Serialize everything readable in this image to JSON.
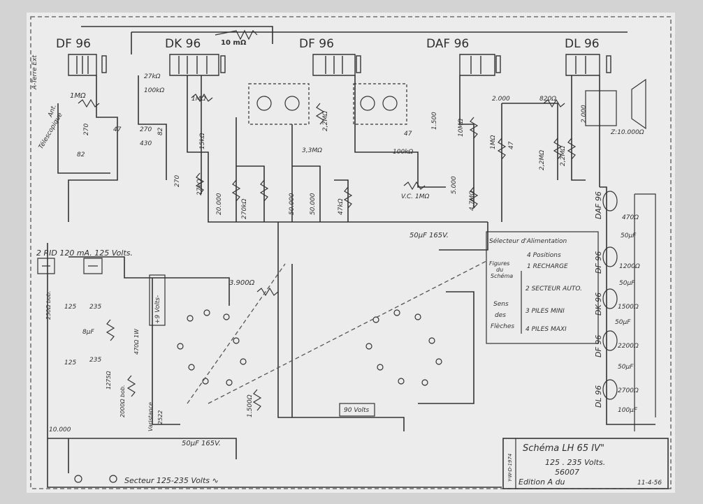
{
  "tubes": [
    "DF 96",
    "DK 96",
    "DF 96",
    "DAF 96",
    "DL 96"
  ],
  "top_resistor": "10 mΩ",
  "antenna": {
    "ext": "A-Terre Ext",
    "ant": "Ant.",
    "tele": "Télescopique"
  },
  "components_left": [
    "1MΩ",
    "270",
    "47",
    "270",
    "430",
    "82",
    "100kΩ",
    "27kΩ",
    "1MΩ",
    "15kΩ",
    "270",
    "27kΩ",
    "82"
  ],
  "components_mid": [
    "20.000",
    "270kΩ",
    "2,2MΩ",
    "3,3MΩ",
    "50.000",
    "50.000",
    "47kΩ",
    "1.500",
    "47",
    "100kΩ",
    "V.C. 1MΩ",
    "10MΩ",
    "5.000",
    "4,7MΩ"
  ],
  "components_right": [
    "2.000",
    "820Ω",
    "1MΩ",
    "47",
    "2,2MΩ",
    "2,2MΩ",
    "2.000",
    "Z:10.000Ω"
  ],
  "cap_mid": "50µF 165V.",
  "rectifier": "2 RID 120 mA. 125 Volts.",
  "selector": {
    "title_line1": "Sélecteur d'Alimentation",
    "title_line2": "4 Positions",
    "left_note": [
      "Figures",
      "du",
      "Schéma"
    ],
    "arrows_note": [
      "Sens",
      "des",
      "Flèches"
    ],
    "positions": [
      "1 RECHARGE",
      "2 SECTEUR AUTO.",
      "3 PILES MINI",
      "4 PILES MAXI"
    ]
  },
  "filaments": [
    "DAF 96",
    "DF 96",
    "DK 96",
    "DF 96",
    "DL 96"
  ],
  "right_values": [
    "470Ω",
    "50µF",
    "1200Ω",
    "50µF",
    "1500Ω",
    "50µF",
    "2200Ω",
    "50µF",
    "2700Ω",
    "100µF"
  ],
  "power": [
    "125",
    "235",
    "8µF",
    "125",
    "235",
    "250Ω bob.",
    "1275Ω",
    "2000Ω bob.",
    "470Ω 1W",
    "Varistance",
    "2522",
    "3.900Ω",
    "1.500Ω",
    "+9 Volts-",
    "90 Volts",
    "10.000",
    "50µF 165V."
  ],
  "secteur": "Secteur 125-235 Volts ∿",
  "title_block": {
    "side": "Y-W-D-1974",
    "schema": "Schéma LH 65 IV\"",
    "volts": "125 . 235 Volts.",
    "number": "56007",
    "edition": "Edition A du",
    "date": "11-4-56"
  }
}
